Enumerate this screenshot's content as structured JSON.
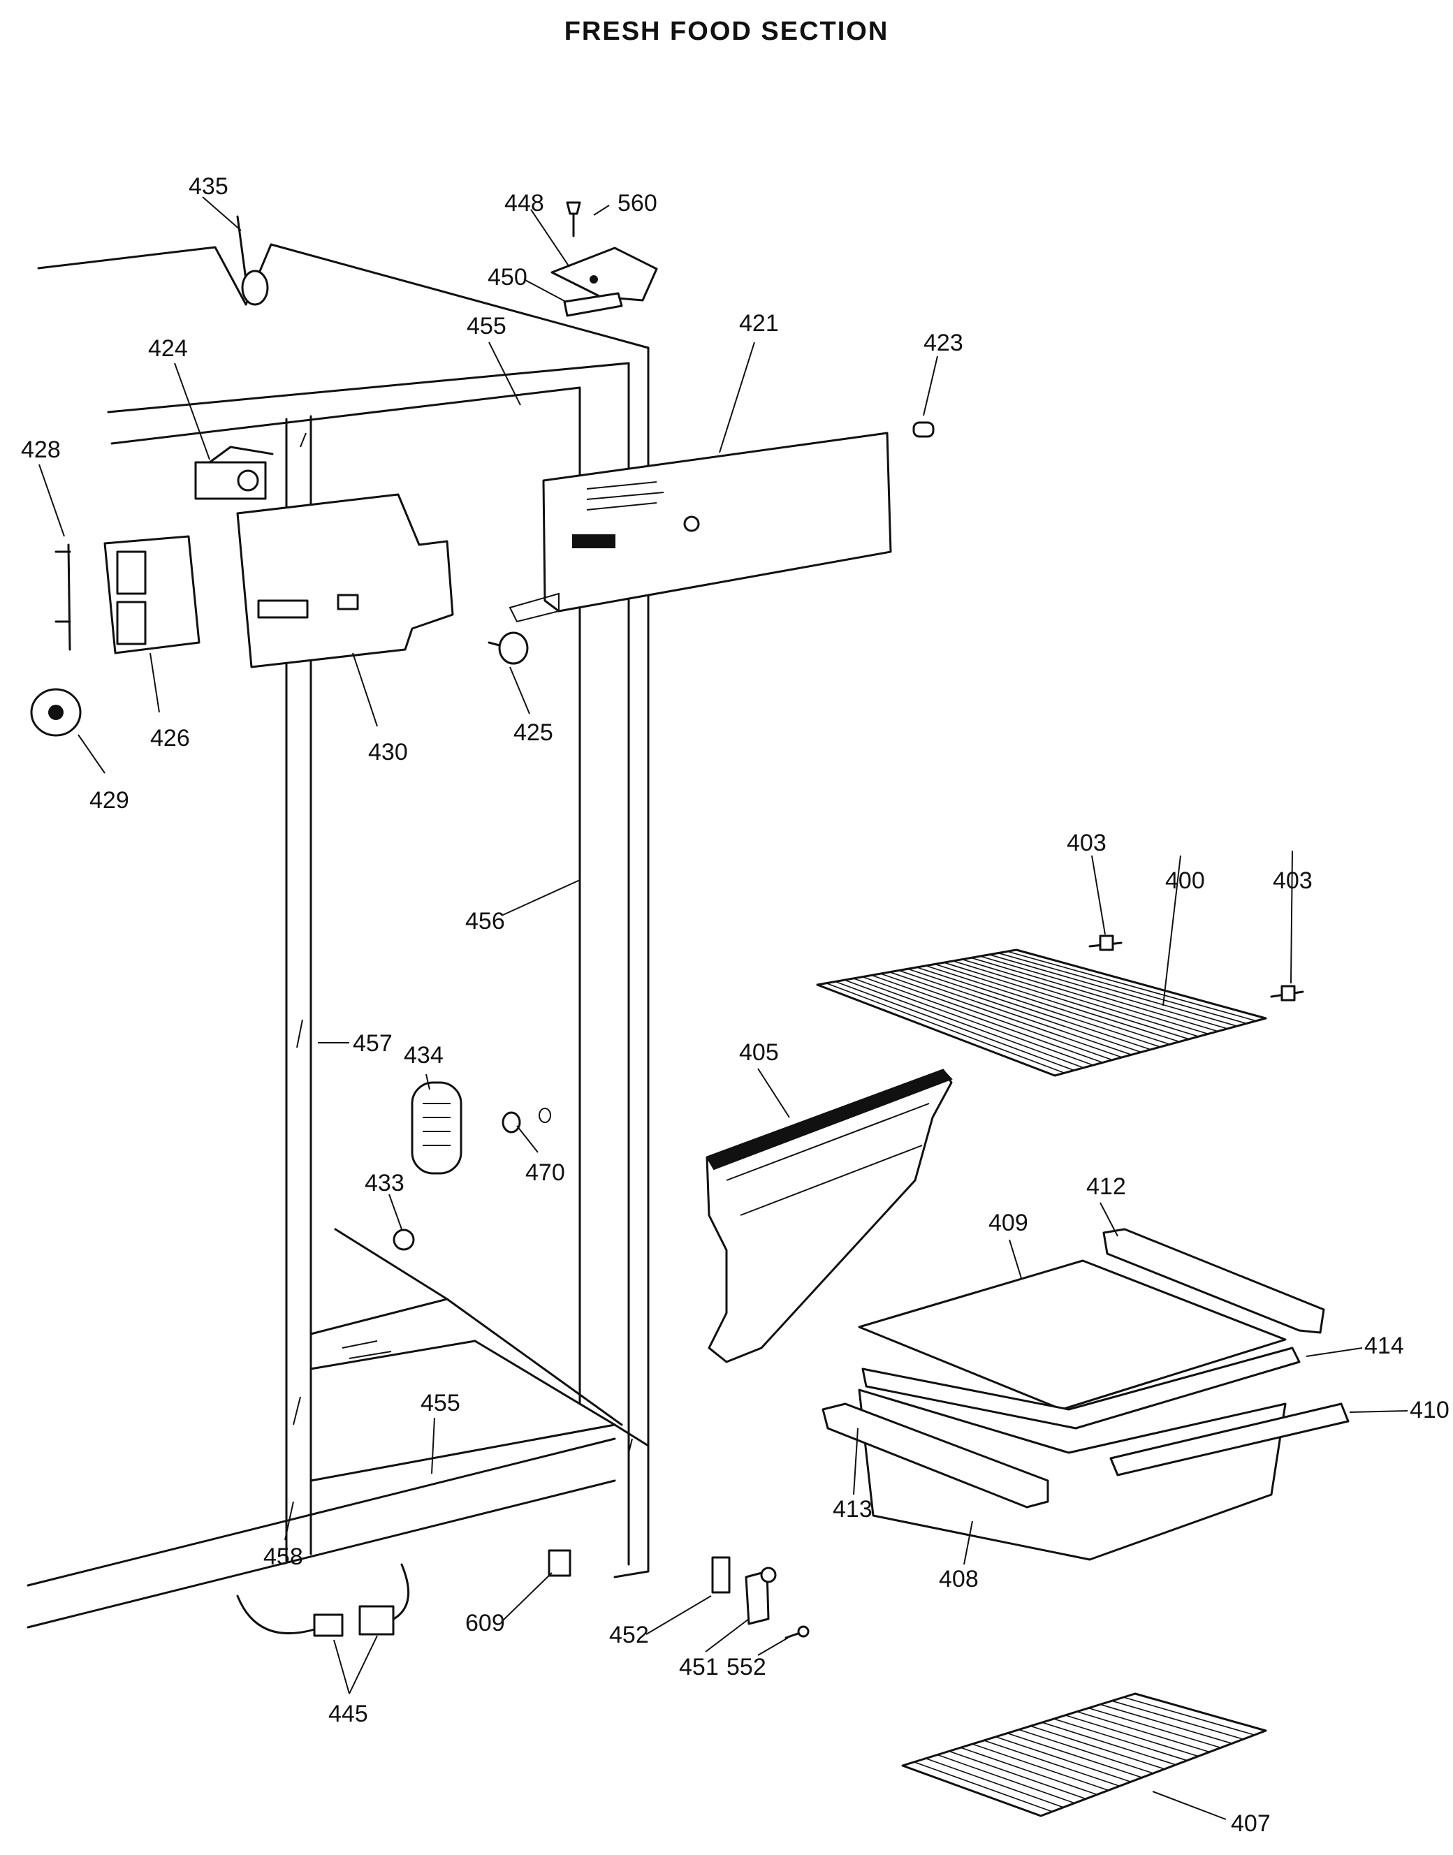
{
  "title": "FRESH FOOD SECTION",
  "labels": {
    "p400": "400",
    "p403a": "403",
    "p403b": "403",
    "p405": "405",
    "p407": "407",
    "p408": "408",
    "p409": "409",
    "p410": "410",
    "p412": "412",
    "p413": "413",
    "p414": "414",
    "p421": "421",
    "p423": "423",
    "p424": "424",
    "p425": "425",
    "p426": "426",
    "p428": "428",
    "p429": "429",
    "p430": "430",
    "p433": "433",
    "p434": "434",
    "p435": "435",
    "p445": "445",
    "p448": "448",
    "p450": "450",
    "p451": "451",
    "p452": "452",
    "p455a": "455",
    "p455b": "455",
    "p456": "456",
    "p457": "457",
    "p458": "458",
    "p470": "470",
    "p552": "552",
    "p560": "560",
    "p609": "609"
  }
}
